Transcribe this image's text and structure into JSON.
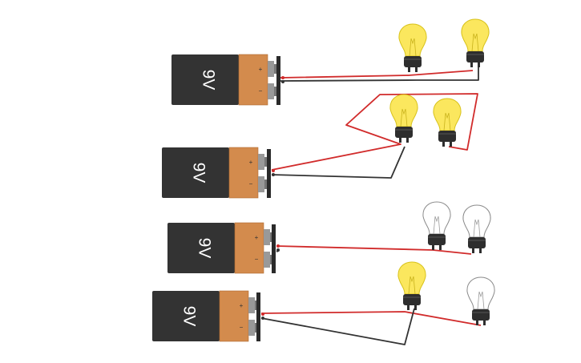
{
  "colors": {
    "battery_body": "#333333",
    "battery_cap": "#d38b4d",
    "battery_cap_edge": "#b06a2f",
    "terminal": "#999999",
    "plate": "#2a2a2a",
    "wire_positive": "#d12b2b",
    "wire_negative": "#333333",
    "bulb_lit_fill": "#fbe75e",
    "bulb_lit_stroke": "#d8c21a",
    "bulb_off_fill": "#ffffff",
    "bulb_off_stroke": "#8a8a8a",
    "bulb_base": "#2e2e2e"
  },
  "battery": {
    "label": "9V",
    "plus": "+",
    "minus": "−"
  },
  "circuits": [
    {
      "id": "circuit-1",
      "bulbs": [
        {
          "lit": true
        },
        {
          "lit": true
        }
      ]
    },
    {
      "id": "circuit-2",
      "bulbs": [
        {
          "lit": true
        },
        {
          "lit": true
        }
      ]
    },
    {
      "id": "circuit-3",
      "bulbs": [
        {
          "lit": false
        },
        {
          "lit": false
        }
      ]
    },
    {
      "id": "circuit-4",
      "bulbs": [
        {
          "lit": true
        },
        {
          "lit": false
        }
      ]
    }
  ]
}
